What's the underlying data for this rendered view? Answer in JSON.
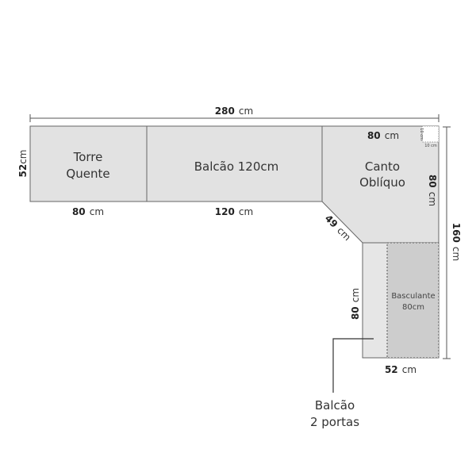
{
  "modules": {
    "torre_quente": {
      "line1": "Torre",
      "line2": "Quente"
    },
    "balcao_120": {
      "label": "Balcão 120cm"
    },
    "canto_obliquo": {
      "line1": "Canto",
      "line2": "Oblíquo"
    },
    "basculante": {
      "line1": "Basculante",
      "line2": "80cm"
    },
    "balcao_2_portas": {
      "line1": "Balcão",
      "line2": "2 portas"
    }
  },
  "dimensions": {
    "total_width": {
      "value": "280",
      "unit": "cm"
    },
    "total_depth": {
      "value": "160",
      "unit": "cm"
    },
    "left_depth": {
      "value": "52",
      "unit": "cm"
    },
    "torre_width": {
      "value": "80",
      "unit": "cm"
    },
    "balcao_width": {
      "value": "120",
      "unit": "cm"
    },
    "canto_top": {
      "value": "80",
      "unit": "cm"
    },
    "canto_side": {
      "value": "80",
      "unit": "cm"
    },
    "diagonal": {
      "value": "49",
      "unit": "cm"
    },
    "lower_side": {
      "value": "80",
      "unit": "cm"
    },
    "lower_width": {
      "value": "52",
      "unit": "cm"
    },
    "gap_h": {
      "value": "10",
      "unit": "cm"
    },
    "gap_v": {
      "value": "10",
      "unit": "cm"
    }
  },
  "colors": {
    "panel": "#e2e2e2",
    "basculante": "#cdcdcd",
    "stroke": "#666666"
  }
}
